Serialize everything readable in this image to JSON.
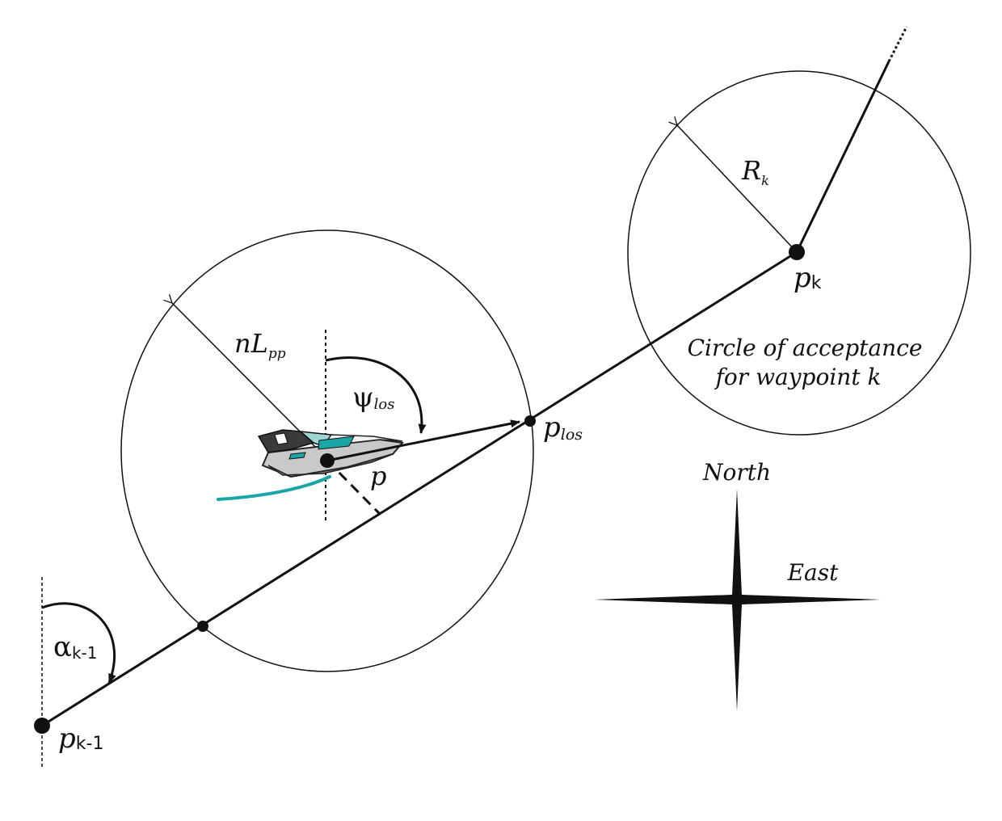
{
  "labels": {
    "p_k_minus_1": {
      "main": "p",
      "sub": "k-1"
    },
    "p_k": {
      "main": "p",
      "sub": "k"
    },
    "p_los": {
      "main": "p",
      "sub": "los"
    },
    "p": "p",
    "R_k": {
      "main": "R",
      "sub": "k"
    },
    "nL_pp": {
      "main": "nL",
      "sub": "pp"
    },
    "psi_los": {
      "main": "ψ",
      "sub": "los"
    },
    "alpha_k_minus_1": {
      "main": "α",
      "sub": "k-1"
    },
    "acceptance_line1": "Circle of acceptance",
    "acceptance_line2": "for waypoint k",
    "north": "North",
    "east": "East"
  },
  "colors": {
    "stroke": "#111111",
    "boat_wake": "#1aa6a6",
    "boat_hull": "#dcdcdc",
    "boat_dark": "#3a3a3a"
  }
}
